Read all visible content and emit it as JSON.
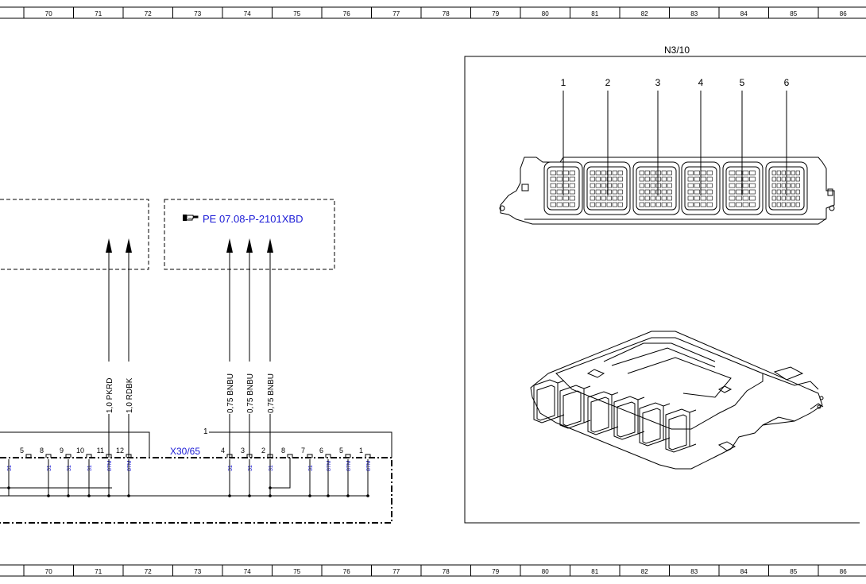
{
  "grid": {
    "columns": [
      "70",
      "71",
      "72",
      "73",
      "74",
      "75",
      "76",
      "77",
      "78",
      "79",
      "80",
      "81",
      "82",
      "83",
      "84",
      "85",
      "86"
    ]
  },
  "reference": {
    "icon": "pointing-hand-icon",
    "text": "PE 07.08-P-2101XBD"
  },
  "connector": {
    "name": "X30/65",
    "group_number": "1",
    "pins": [
      "5",
      "8",
      "9",
      "10",
      "11",
      "12",
      "4",
      "3",
      "2",
      "8",
      "7",
      "6",
      "5",
      "1"
    ],
    "pin_tags": [
      "31",
      "31",
      "31",
      "31",
      "87M",
      "87M",
      "31",
      "31",
      "31",
      "31",
      "87M",
      "87M",
      "87M"
    ]
  },
  "wires": [
    {
      "label": "1,0 PKRD"
    },
    {
      "label": "1,0 RDBK"
    },
    {
      "label": "0,75 BNBU"
    },
    {
      "label": "0,75 BNBU"
    },
    {
      "label": "0,75 BNBU"
    }
  ],
  "component": {
    "name": "N3/10",
    "connector_numbers": [
      "1",
      "2",
      "3",
      "4",
      "5",
      "6"
    ]
  },
  "colors": {
    "link": "#1a1ad6",
    "line": "#000000"
  }
}
